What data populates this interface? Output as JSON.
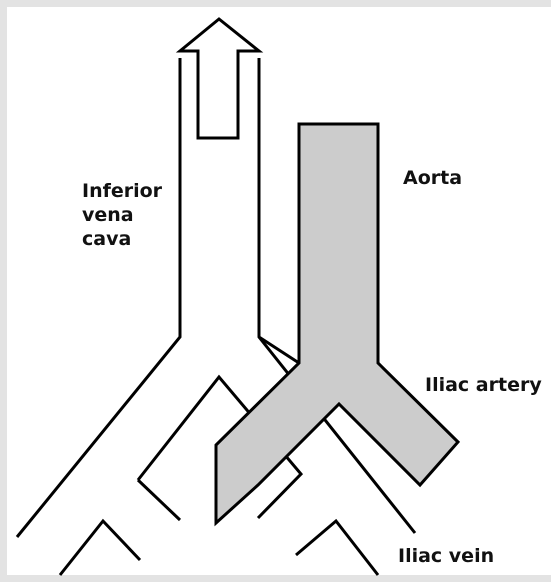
{
  "labels": {
    "ivc_line1": "Inferior",
    "ivc_line2": "vena",
    "ivc_line3": "cava",
    "aorta": "Aorta",
    "iliac_artery": "Iliac artery",
    "iliac_vein": "Iliac vein"
  },
  "colors": {
    "artery_fill": "#cccccc",
    "stroke": "#000000",
    "frame": "#e3e3e3"
  }
}
